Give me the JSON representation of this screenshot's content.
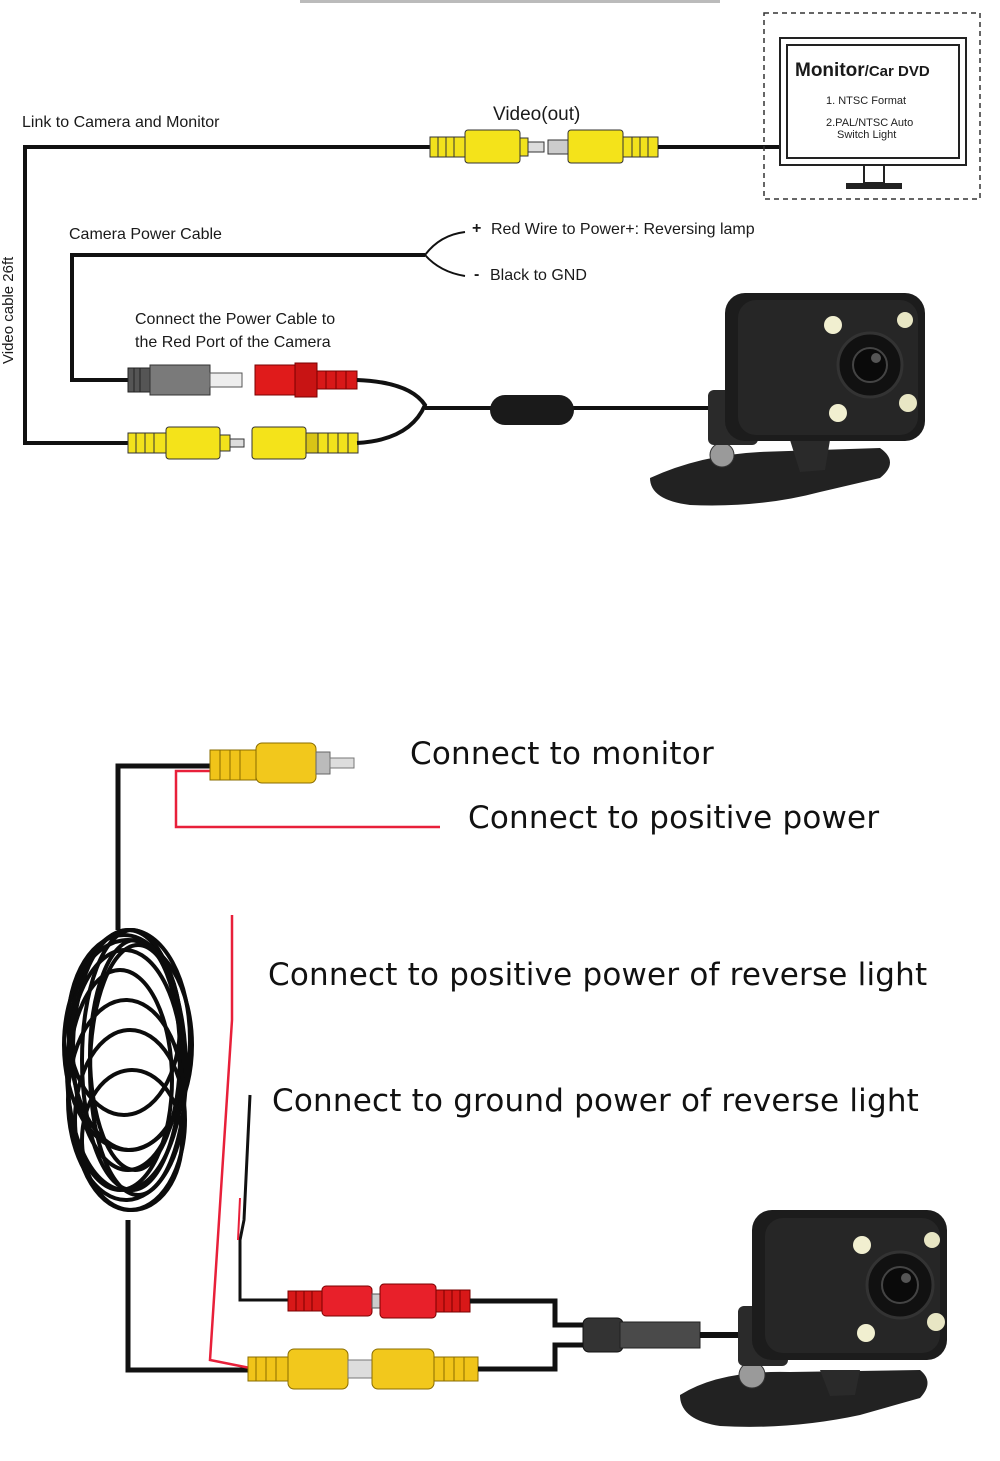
{
  "top": {
    "link_label": "Link to Camera and Monitor",
    "video_out": "Video(out)",
    "monitor_title": "Monitor",
    "monitor_subtitle": "/Car DVD",
    "monitor_note1": "1. NTSC Format",
    "monitor_note2_line1": "2.PAL/NTSC Auto",
    "monitor_note2_line2": "Switch Light",
    "power_cable": "Camera Power Cable",
    "red_wire": "Red Wire to Power+: Reversing lamp",
    "black_wire": "Black to GND",
    "plus_sign": "+",
    "minus_sign": "-",
    "connect_line1": "Connect the Power Cable to",
    "connect_line2": "the Red Port of the Camera",
    "video_cable": "Video cable 26ft"
  },
  "bottom": {
    "to_monitor": "Connect to monitor",
    "to_positive": "Connect to  positive power",
    "to_reverse_pos": "Connect to positive power of reverse light",
    "to_reverse_gnd": "Connect to ground power of reverse light"
  },
  "colors": {
    "wire": "#111111",
    "yellow": "#f2e21c",
    "red": "#e01b1b",
    "grey": "#7a7a7a",
    "camera": "#1c1c1c"
  }
}
